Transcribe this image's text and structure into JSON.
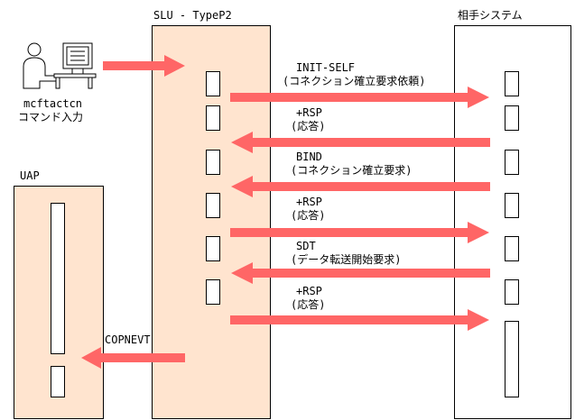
{
  "labels": {
    "slu": "SLU - TypeP2",
    "partner": "相手システム",
    "uap": "UAP",
    "command_name": "mcftactcn",
    "command_input": "コマンド入力"
  },
  "messages": [
    {
      "line1": "INIT-SELF",
      "line2": "(コネクション確立要求依頼)"
    },
    {
      "line1": "+RSP",
      "line2": "(応答)"
    },
    {
      "line1": "BIND",
      "line2": "(コネクション確立要求)"
    },
    {
      "line1": "+RSP",
      "line2": "(応答)"
    },
    {
      "line1": "SDT",
      "line2": "(データ転送開始要求)"
    },
    {
      "line1": "+RSP",
      "line2": "(応答)"
    }
  ],
  "event": "COPNEVT",
  "colors": {
    "arrow": "#ff6666",
    "column": "#ffe4cf"
  }
}
